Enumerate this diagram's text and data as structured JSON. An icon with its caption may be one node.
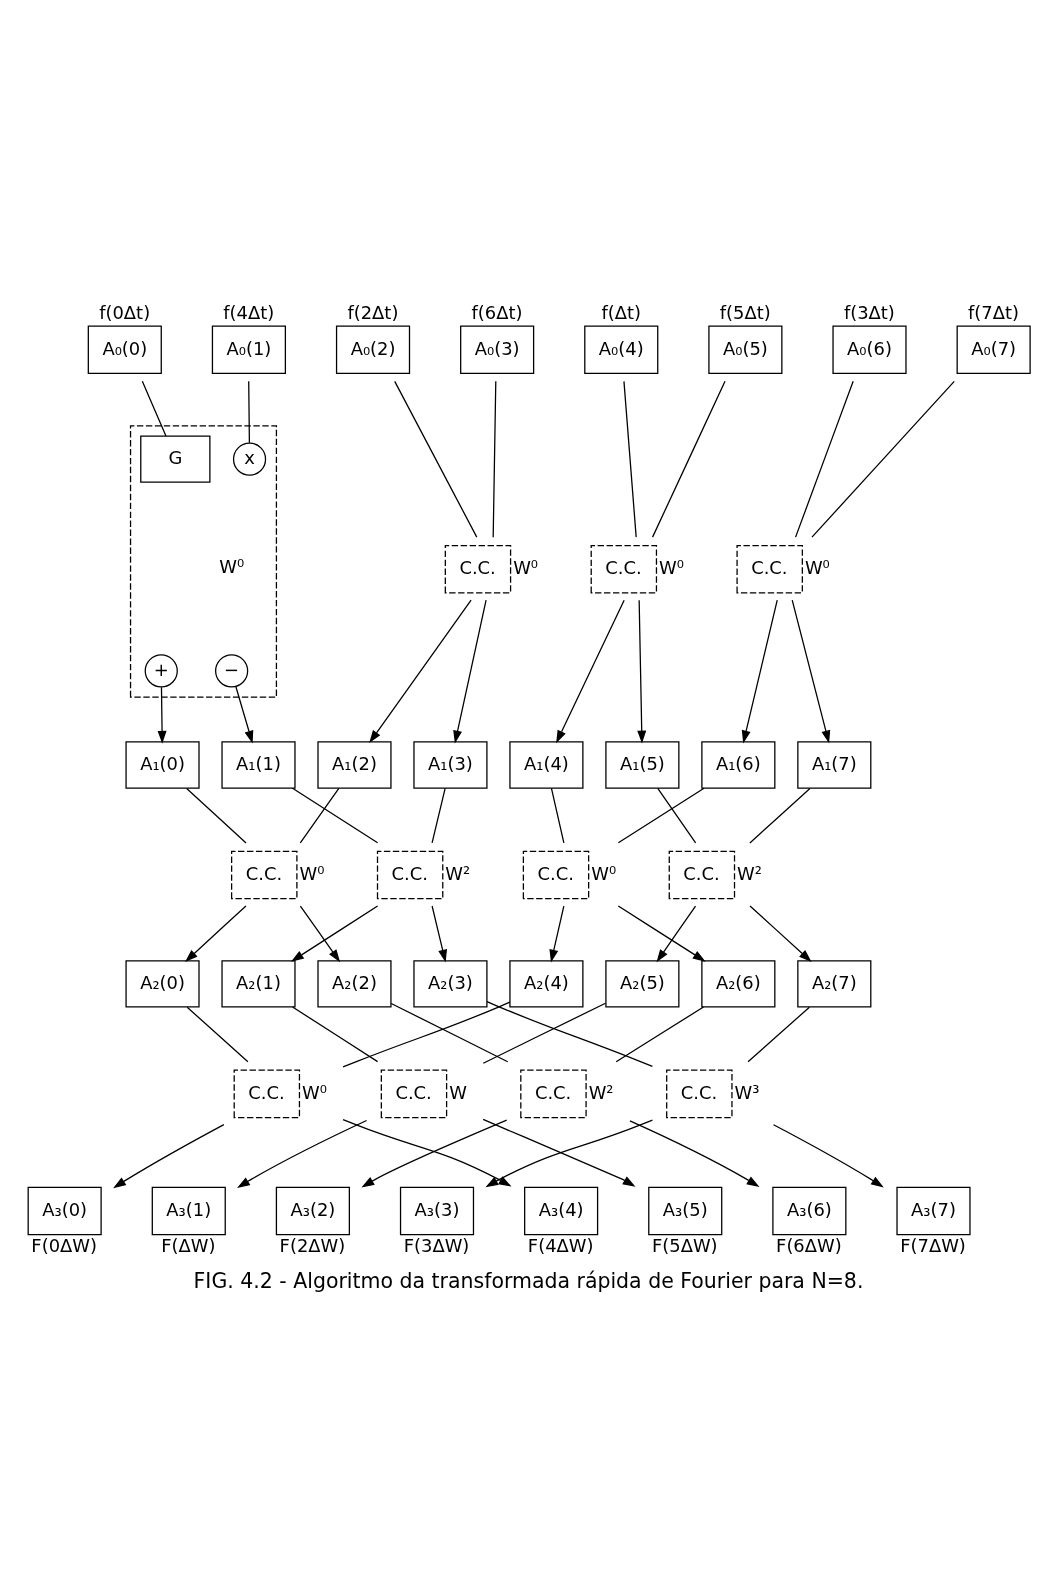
{
  "diagram": {
    "caption": "FIG. 4.2 - Algoritmo da transformada rápida de Fourier para N=8.",
    "nodes": [
      {
        "text": [
          "A₀(0)"
        ],
        "beside": [
          "f(0Δt)"
        ]
      },
      {
        "text": [
          "A₀(1)"
        ],
        "beside": [
          "f(4Δt)"
        ]
      },
      {
        "text": [
          "A₀(2)"
        ],
        "beside": [
          "f(2Δt)"
        ]
      },
      {
        "text": [
          "A₀(3)"
        ],
        "beside": [
          "f(6Δt)"
        ]
      },
      {
        "text": [
          "A₀(4)"
        ],
        "beside": [
          "f(Δt)"
        ]
      },
      {
        "text": [
          "A₀(5)"
        ],
        "beside": [
          "f(5Δt)"
        ]
      },
      {
        "text": [
          "A₀(6)"
        ],
        "beside": [
          "f(3Δt)"
        ]
      },
      {
        "text": [
          "A₀(7)"
        ],
        "beside": [
          "f(7Δt)"
        ]
      },
      {
        "text": [],
        "shape": "box",
        "beside": [
          "W⁰"
        ]
      },
      {
        "text": [
          "G"
        ],
        "in": 8
      },
      {
        "text": [
          "x"
        ],
        "in": 8
      },
      {
        "text": [
          "+"
        ],
        "in": 8
      },
      {
        "text": [
          "−"
        ],
        "in": 8
      },
      {
        "text": [
          "C.C."
        ],
        "beside": [
          "W⁰"
        ]
      },
      {
        "text": [
          "C.C."
        ],
        "beside": [
          "W⁰"
        ]
      },
      {
        "text": [
          "C.C."
        ],
        "beside": [
          "W⁰"
        ]
      },
      {
        "text": [
          "A₁(0)"
        ]
      },
      {
        "text": [
          "A₁(1)"
        ]
      },
      {
        "text": [
          "A₁(2)"
        ]
      },
      {
        "text": [
          "A₁(3)"
        ]
      },
      {
        "text": [
          "A₁(4)"
        ]
      },
      {
        "text": [
          "A₁(5)"
        ]
      },
      {
        "text": [
          "A₁(6)"
        ]
      },
      {
        "text": [
          "A₁(7)"
        ]
      },
      {
        "text": [
          "C.C."
        ],
        "beside": [
          "W⁰"
        ]
      },
      {
        "text": [
          "C.C."
        ],
        "beside": [
          "W²"
        ]
      },
      {
        "text": [
          "C.C."
        ],
        "beside": [
          "W⁰"
        ]
      },
      {
        "text": [
          "C.C."
        ],
        "beside": [
          "W²"
        ]
      },
      {
        "text": [
          "A₂(0)"
        ]
      },
      {
        "text": [
          "A₂(1)"
        ]
      },
      {
        "text": [
          "A₂(2)"
        ]
      },
      {
        "text": [
          "A₂(3)"
        ]
      },
      {
        "text": [
          "A₂(4)"
        ]
      },
      {
        "text": [
          "A₂(5)"
        ]
      },
      {
        "text": [
          "A₂(6)"
        ]
      },
      {
        "text": [
          "A₂(7)"
        ]
      },
      {
        "text": [
          "C.C."
        ],
        "beside": [
          "W⁰"
        ]
      },
      {
        "text": [
          "C.C."
        ],
        "beside": [
          "W"
        ]
      },
      {
        "text": [
          "C.C."
        ],
        "beside": [
          "W²"
        ]
      },
      {
        "text": [
          "C.C."
        ],
        "beside": [
          "W³"
        ]
      },
      {
        "text": [
          "A₃(0)"
        ],
        "beside": [
          "F(0ΔW)"
        ]
      },
      {
        "text": [
          "A₃(1)"
        ],
        "beside": [
          "F(ΔW)"
        ]
      },
      {
        "text": [
          "A₃(2)"
        ],
        "beside": [
          "F(2ΔW)"
        ]
      },
      {
        "text": [
          "A₃(3)"
        ],
        "beside": [
          "F(3ΔW)"
        ]
      },
      {
        "text": [
          "A₃(4)"
        ],
        "beside": [
          "F(4ΔW)"
        ]
      },
      {
        "text": [
          "A₃(5)"
        ],
        "beside": [
          "F(5ΔW)"
        ]
      },
      {
        "text": [
          "A₃(6)"
        ],
        "beside": [
          "F(6ΔW)"
        ]
      },
      {
        "text": [
          "A₃(7)"
        ],
        "beside": [
          "F(7ΔW)"
        ]
      }
    ],
    "edges": [
      {
        "from": 0,
        "to": 9,
        "arrow": "none"
      },
      {
        "from": 1,
        "to": 10,
        "arrow": "none"
      },
      {
        "from": 2,
        "to": 13,
        "arrow": "none"
      },
      {
        "from": 3,
        "to": 13,
        "arrow": "none"
      },
      {
        "from": 4,
        "to": 14,
        "arrow": "none"
      },
      {
        "from": 5,
        "to": 14,
        "arrow": "none"
      },
      {
        "from": 6,
        "to": 15,
        "arrow": "none"
      },
      {
        "from": 7,
        "to": 15,
        "arrow": "none"
      },
      {
        "from": 11,
        "to": 16,
        "arrow": "to"
      },
      {
        "from": 12,
        "to": 17,
        "arrow": "to"
      },
      {
        "from": 13,
        "to": 18,
        "arrow": "to"
      },
      {
        "from": 13,
        "to": 19,
        "arrow": "to"
      },
      {
        "from": 14,
        "to": 20,
        "arrow": "to"
      },
      {
        "from": 14,
        "to": 21,
        "arrow": "to"
      },
      {
        "from": 15,
        "to": 22,
        "arrow": "to"
      },
      {
        "from": 15,
        "to": 23,
        "arrow": "to"
      },
      {
        "from": 16,
        "to": 24,
        "arrow": "none"
      },
      {
        "from": 17,
        "to": 25,
        "arrow": "none"
      },
      {
        "from": 18,
        "to": 24,
        "arrow": "none"
      },
      {
        "from": 19,
        "to": 25,
        "arrow": "none"
      },
      {
        "from": 20,
        "to": 26,
        "arrow": "none"
      },
      {
        "from": 21,
        "to": 27,
        "arrow": "none"
      },
      {
        "from": 22,
        "to": 26,
        "arrow": "none"
      },
      {
        "from": 23,
        "to": 27,
        "arrow": "none"
      },
      {
        "from": 24,
        "to": 28,
        "arrow": "to"
      },
      {
        "from": 24,
        "to": 30,
        "arrow": "to"
      },
      {
        "from": 25,
        "to": 29,
        "arrow": "to"
      },
      {
        "from": 25,
        "to": 31,
        "arrow": "to"
      },
      {
        "from": 26,
        "to": 32,
        "arrow": "to"
      },
      {
        "from": 26,
        "to": 34,
        "arrow": "to"
      },
      {
        "from": 27,
        "to": 33,
        "arrow": "to"
      },
      {
        "from": 27,
        "to": 35,
        "arrow": "to"
      },
      {
        "from": 28,
        "to": 36,
        "arrow": "none"
      },
      {
        "from": 29,
        "to": 37,
        "arrow": "none"
      },
      {
        "from": 30,
        "to": 38,
        "arrow": "none"
      },
      {
        "from": 31,
        "to": 39,
        "arrow": "none"
      },
      {
        "from": 32,
        "to": 36,
        "arrow": "none"
      },
      {
        "from": 33,
        "to": 37,
        "arrow": "none"
      },
      {
        "from": 34,
        "to": 38,
        "arrow": "none"
      },
      {
        "from": 35,
        "to": 39,
        "arrow": "none"
      },
      {
        "from": 36,
        "to": 40,
        "arrow": "to"
      },
      {
        "from": 36,
        "to": 44,
        "arrow": "to"
      },
      {
        "from": 37,
        "to": 41,
        "arrow": "to"
      },
      {
        "from": 37,
        "to": 45,
        "arrow": "to"
      },
      {
        "from": 38,
        "to": 42,
        "arrow": "to"
      },
      {
        "from": 38,
        "to": 46,
        "arrow": "to"
      },
      {
        "from": 39,
        "to": 43,
        "arrow": "to"
      },
      {
        "from": 39,
        "to": 47,
        "arrow": "to"
      }
    ]
  }
}
